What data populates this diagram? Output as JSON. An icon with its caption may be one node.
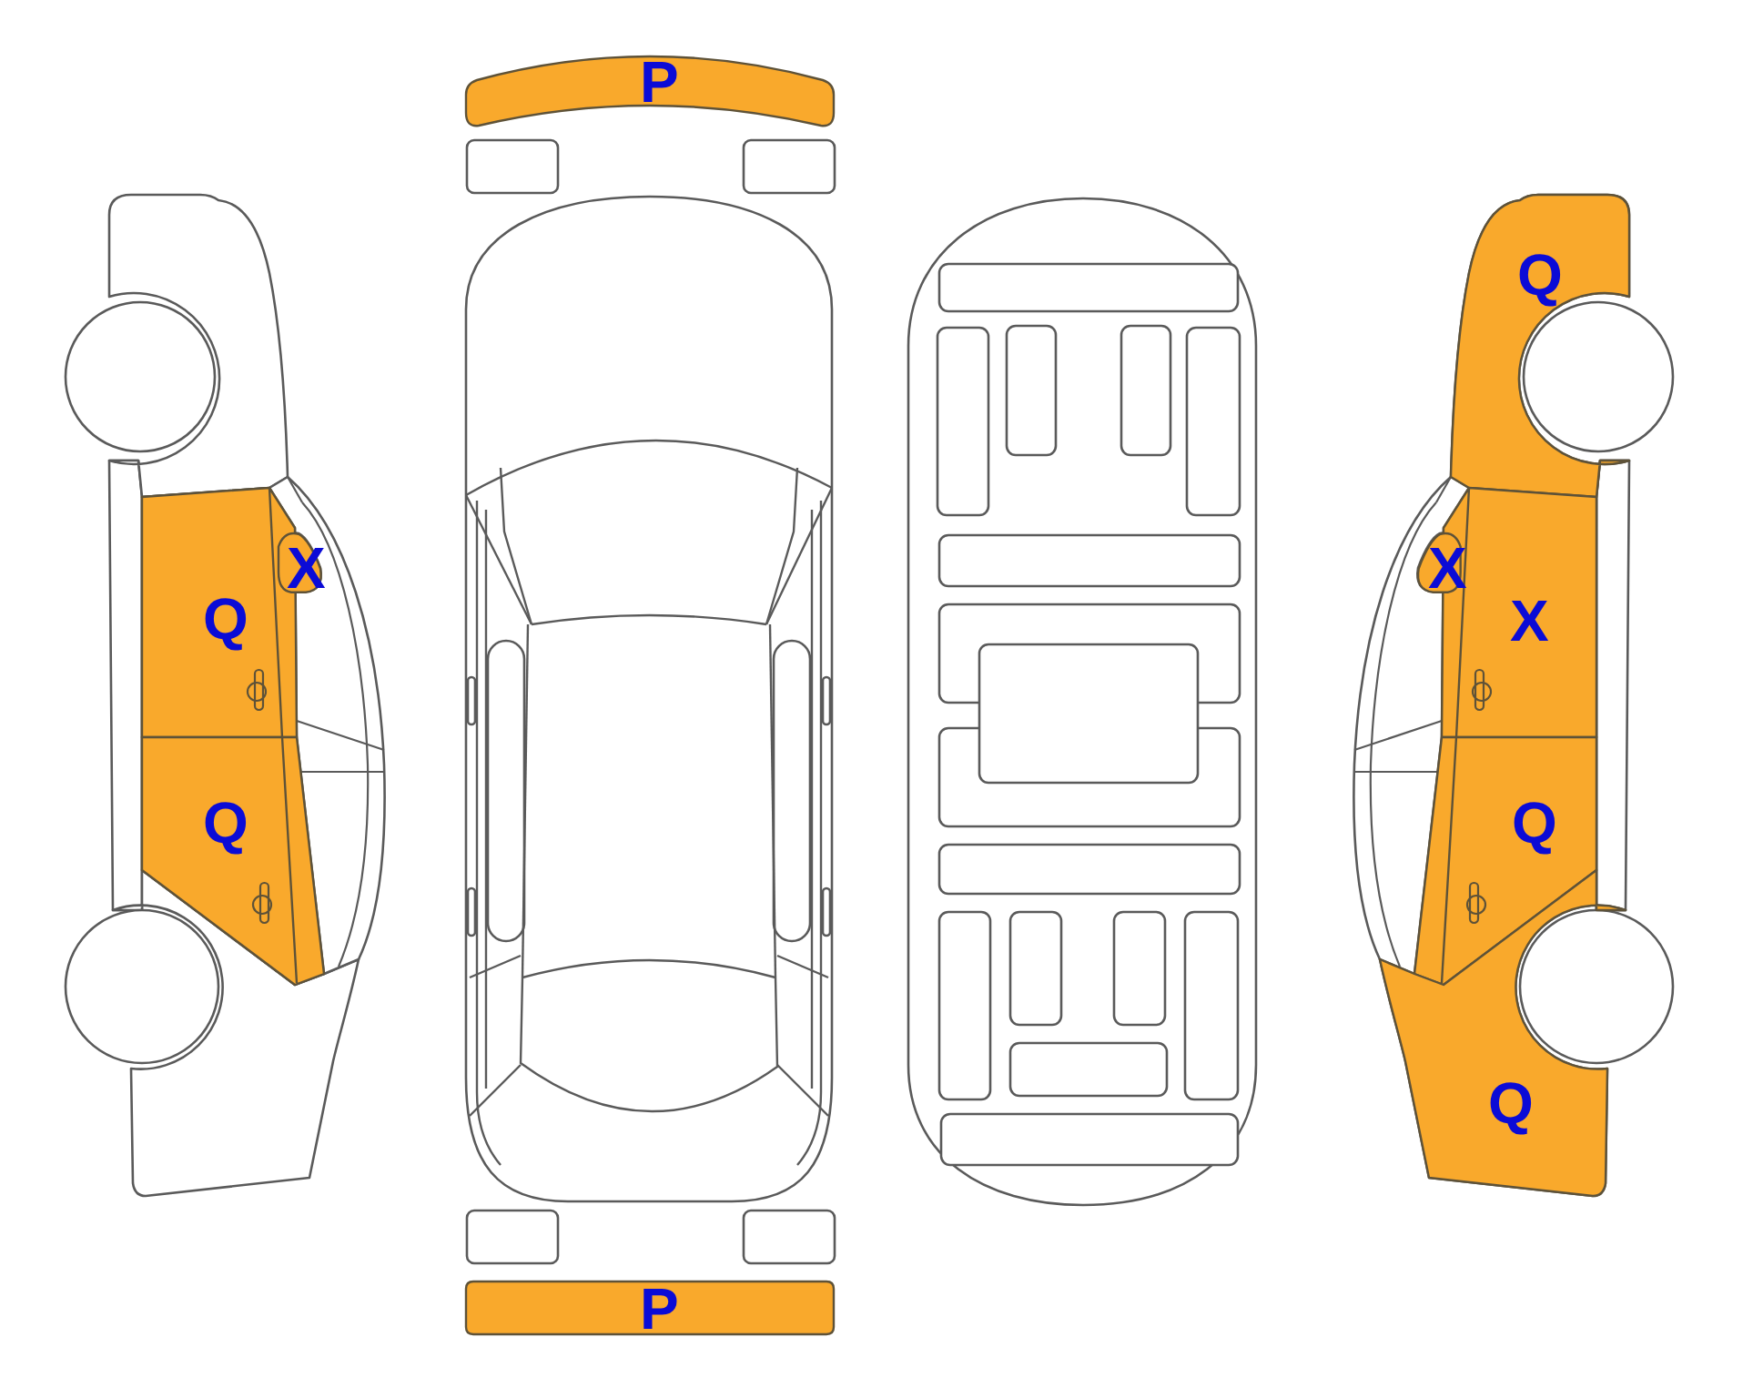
{
  "diagram": {
    "nodes": [
      {
        "text": [
          "P"
        ]
      },
      {
        "text": [
          "X"
        ]
      },
      {
        "text": [
          "Q"
        ]
      },
      {
        "text": [
          "Q"
        ]
      },
      {
        "text": [
          "Q"
        ]
      },
      {
        "text": [
          "X"
        ]
      },
      {
        "text": [
          "X"
        ]
      },
      {
        "text": [
          "Q"
        ]
      },
      {
        "text": [
          "Q"
        ]
      },
      {
        "text": [
          "P"
        ]
      }
    ]
  }
}
